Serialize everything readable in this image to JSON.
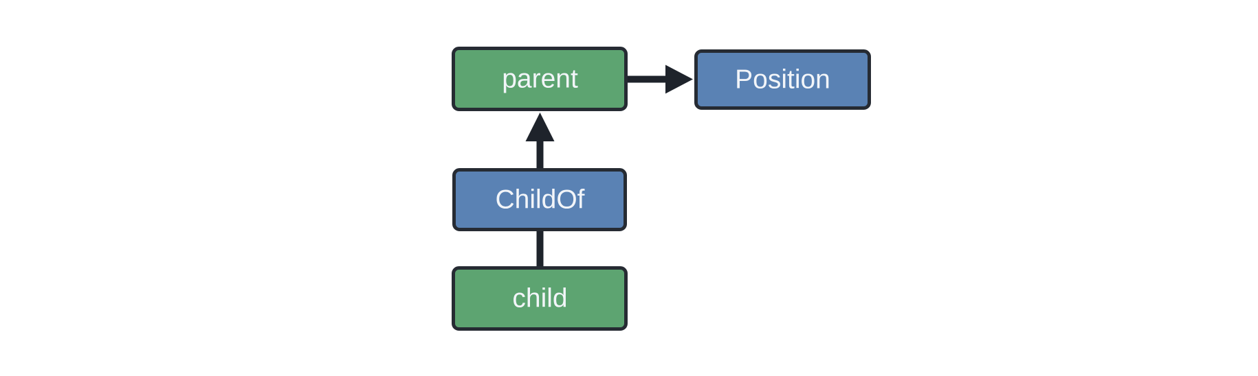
{
  "diagram": {
    "background": "#ffffff",
    "nodes": [
      {
        "id": "parent",
        "label": "parent",
        "fill": "#5da471"
      },
      {
        "id": "position",
        "label": "Position",
        "fill": "#5a82b4"
      },
      {
        "id": "childof",
        "label": "ChildOf",
        "fill": "#5a82b4"
      },
      {
        "id": "child",
        "label": "child",
        "fill": "#5da471"
      }
    ],
    "edges": [
      {
        "from": "parent",
        "to": "position",
        "arrowhead": true,
        "direction": "right"
      },
      {
        "from": "childof",
        "to": "parent",
        "arrowhead": true,
        "direction": "up"
      },
      {
        "from": "child",
        "to": "childof",
        "arrowhead": false,
        "direction": "up"
      }
    ],
    "palette": {
      "entity_fill": "#5da471",
      "component_fill": "#5a82b4",
      "node_border": "#262b33",
      "edge_color": "#1e232b",
      "label_color": "#f2f5f9",
      "background": "#ffffff"
    }
  }
}
